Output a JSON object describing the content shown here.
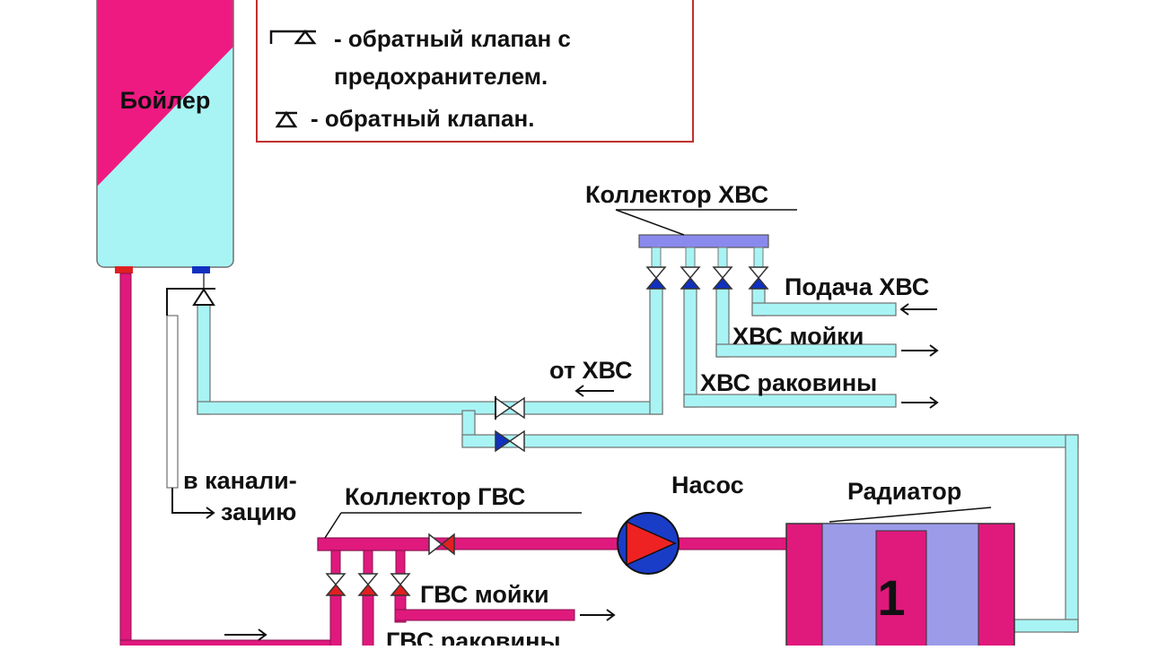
{
  "labels": {
    "boiler": "Бойлер",
    "legend_check_valve_safety_line1": "- обратный клапан с",
    "legend_check_valve_safety_line2": "предохранителем.",
    "legend_check_valve": "- обратный клапан.",
    "cold_manifold": "Коллектор ХВС",
    "cold_supply": "Подача ХВС",
    "cold_sink": "ХВС мойки",
    "cold_basin": "ХВС раковины",
    "from_cold": "от ХВС",
    "drain_line1": "в канали-",
    "drain_line2": "зацию",
    "hot_manifold": "Коллектор ГВС",
    "pump": "Насос",
    "radiator": "Радиатор",
    "radiator_number": "1",
    "hot_sink": "ГВС мойки",
    "hot_basin": "ГВС раковины"
  },
  "colors": {
    "boiler_hot": "#ee1a82",
    "boiler_cold": "#a8f4f4",
    "cold_pipe": "#a8f4f4",
    "hot_pipe": "#e0197d",
    "manifold_cold": "#8a8aee",
    "radiator_inner": "#9b9be8",
    "valve_blue": "#1030c0",
    "valve_red": "#e02020",
    "pump_body": "#1a3dc8",
    "pump_arrow": "#ee2222",
    "legend_border": "#c03030"
  }
}
